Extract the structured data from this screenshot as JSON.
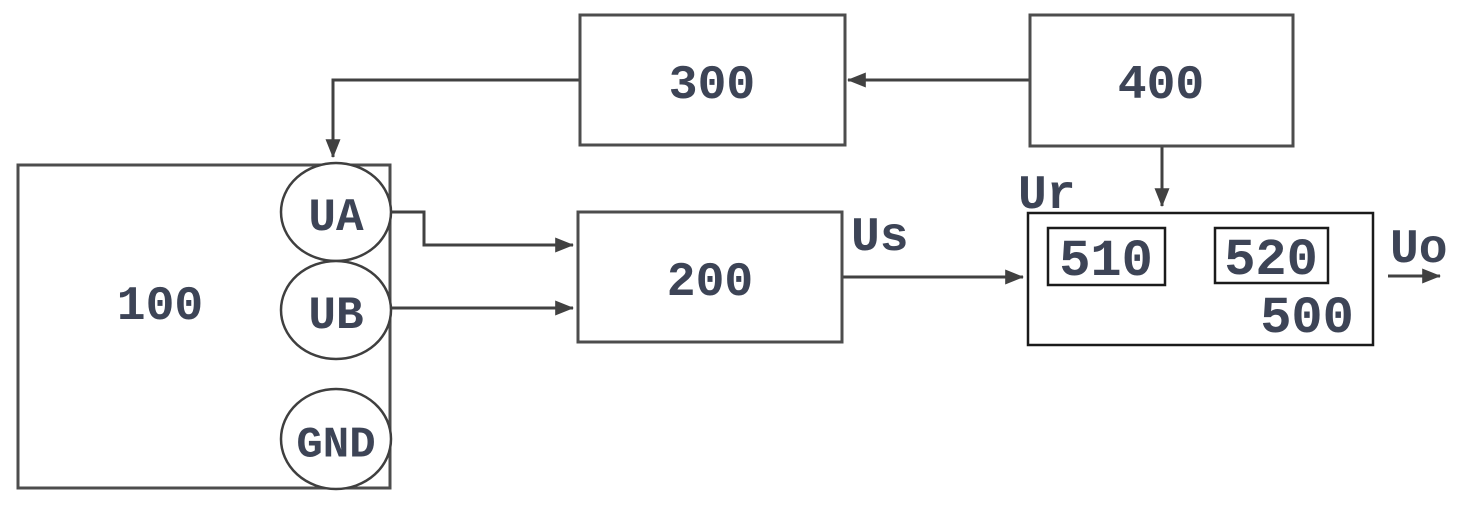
{
  "diagram": {
    "type": "block-diagram",
    "blocks": {
      "b100": {
        "label": "100"
      },
      "b200": {
        "label": "200"
      },
      "b300": {
        "label": "300"
      },
      "b400": {
        "label": "400"
      },
      "b500": {
        "label": "500"
      },
      "b510": {
        "label": "510"
      },
      "b520": {
        "label": "520"
      }
    },
    "ports": {
      "ua": {
        "label": "UA"
      },
      "ub": {
        "label": "UB"
      },
      "gnd": {
        "label": "GND"
      }
    },
    "signals": {
      "ur": {
        "label": "Ur"
      },
      "us": {
        "label": "Us"
      },
      "uo": {
        "label": "Uo"
      }
    },
    "connections": [
      {
        "from": "400",
        "to": "300"
      },
      {
        "from": "300",
        "to": "UA"
      },
      {
        "from": "UA",
        "to": "200"
      },
      {
        "from": "UB",
        "to": "200"
      },
      {
        "from": "200",
        "to": "500",
        "signal": "Us"
      },
      {
        "from": "400",
        "to": "500",
        "signal": "Ur"
      },
      {
        "from": "510",
        "to": "520"
      },
      {
        "from": "520",
        "to": "output",
        "signal": "Uo"
      }
    ],
    "colors": {
      "line": "#414141",
      "box_stroke": "#4d4d4d",
      "inner_stroke": "#1a1a1a",
      "text": "#3d4456",
      "background": "#ffffff"
    }
  }
}
